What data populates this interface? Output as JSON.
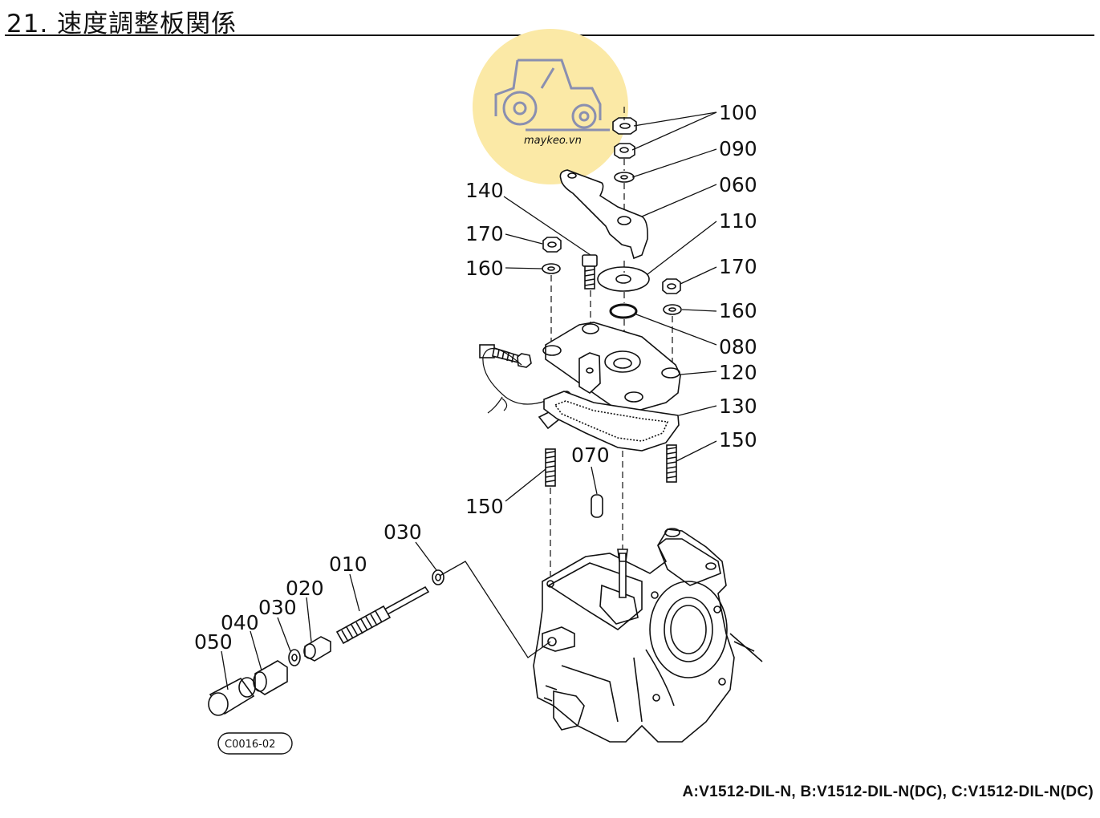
{
  "header": {
    "title": "21. 速度調整板関係"
  },
  "watermark": {
    "text": "maykeo.vn",
    "circle_color": "#fbe9a6",
    "icon": "tractor-icon",
    "icon_color": "#8a8fb0"
  },
  "labels": {
    "p100": "100",
    "p090": "090",
    "p060": "060",
    "p110": "110",
    "p140": "140",
    "p170a": "170",
    "p160a": "160",
    "p170b": "170",
    "p160b": "160",
    "p080": "080",
    "p120": "120",
    "p130": "130",
    "p150a": "150",
    "p150b": "150",
    "p070": "070",
    "p030a": "030",
    "p010": "010",
    "p020": "020",
    "p030b": "030",
    "p040": "040",
    "p050": "050"
  },
  "figure_code": "C0016-02",
  "footer": {
    "models": "A:V1512-DIL-N,  B:V1512-DIL-N(DC),  C:V1512-DIL-N(DC)"
  }
}
